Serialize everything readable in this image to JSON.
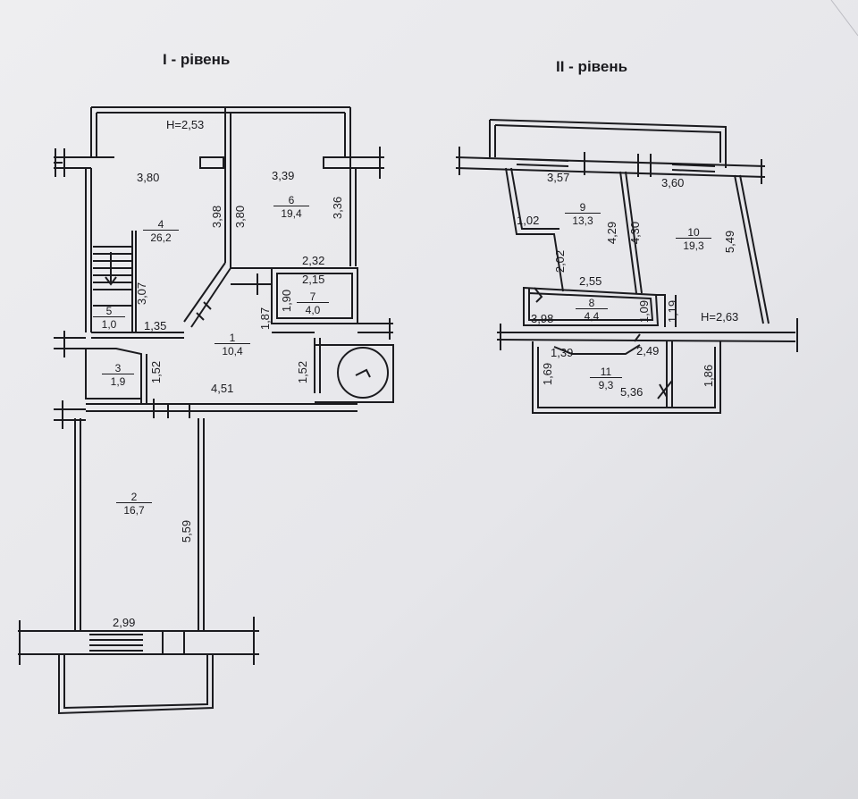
{
  "plans": [
    {
      "title": "I - рівень",
      "height": "H=2,53",
      "rooms": [
        {
          "number": "1",
          "area": "10,4"
        },
        {
          "number": "2",
          "area": "16,7"
        },
        {
          "number": "3",
          "area": "1,9"
        },
        {
          "number": "4",
          "area": "26,2"
        },
        {
          "number": "5",
          "area": "1,0"
        },
        {
          "number": "6",
          "area": "19,4"
        },
        {
          "number": "7",
          "area": "4,0"
        }
      ],
      "dimensions": [
        "3,80",
        "3,39",
        "3,98",
        "3,80",
        "3,36",
        "2,32",
        "2,15",
        "3,07",
        "1,35",
        "1,87",
        "1,90",
        "1,52",
        "4,51",
        "1,52",
        "5,59",
        "2,99"
      ]
    },
    {
      "title": "II - рівень",
      "height": "H=2,63",
      "rooms": [
        {
          "number": "8",
          "area": "4,4"
        },
        {
          "number": "9",
          "area": "13,3"
        },
        {
          "number": "10",
          "area": "19,3"
        },
        {
          "number": "11",
          "area": "9,3"
        }
      ],
      "dimensions": [
        "3,57",
        "3,60",
        "1,02",
        "4,29",
        "4,30",
        "5,49",
        "2,02",
        "2,55",
        "3,98",
        "1,09",
        "1,19",
        "1,39",
        "2,49",
        "1,69",
        "1,86",
        "5,36"
      ]
    }
  ],
  "colors": {
    "paper": "#e9e9ec",
    "ink": "#1b1b1f"
  }
}
